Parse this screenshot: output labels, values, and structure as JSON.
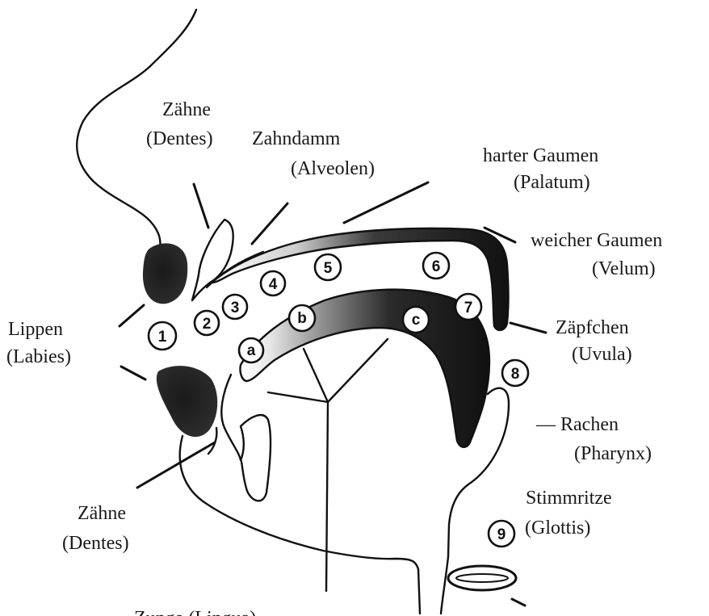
{
  "labels": {
    "zaehne_top": "Zähne",
    "dentes_top": "(Dentes)",
    "zahndamm": "Zahndamm",
    "alveolen": "(Alveolen)",
    "harter_gaumen": "harter Gaumen",
    "palatum": "(Palatum)",
    "weicher_gaumen": "weicher Gaumen",
    "velum": "(Velum)",
    "lippen": "Lippen",
    "labies": "(Labies)",
    "zaepfchen": "Zäpfchen",
    "uvula": "(Uvula)",
    "rachen": "— Rachen",
    "pharynx": "(Pharynx)",
    "stimmritze": "Stimmritze",
    "glottis": "(Glottis)",
    "zaehne_bottom": "Zähne",
    "dentes_bottom": "(Dentes)",
    "zunge_partial": "Zunge (Lingua)"
  },
  "places": [
    "1",
    "2",
    "3",
    "4",
    "5",
    "6",
    "7",
    "8",
    "9"
  ],
  "tongue_parts": [
    "a",
    "b",
    "c"
  ]
}
